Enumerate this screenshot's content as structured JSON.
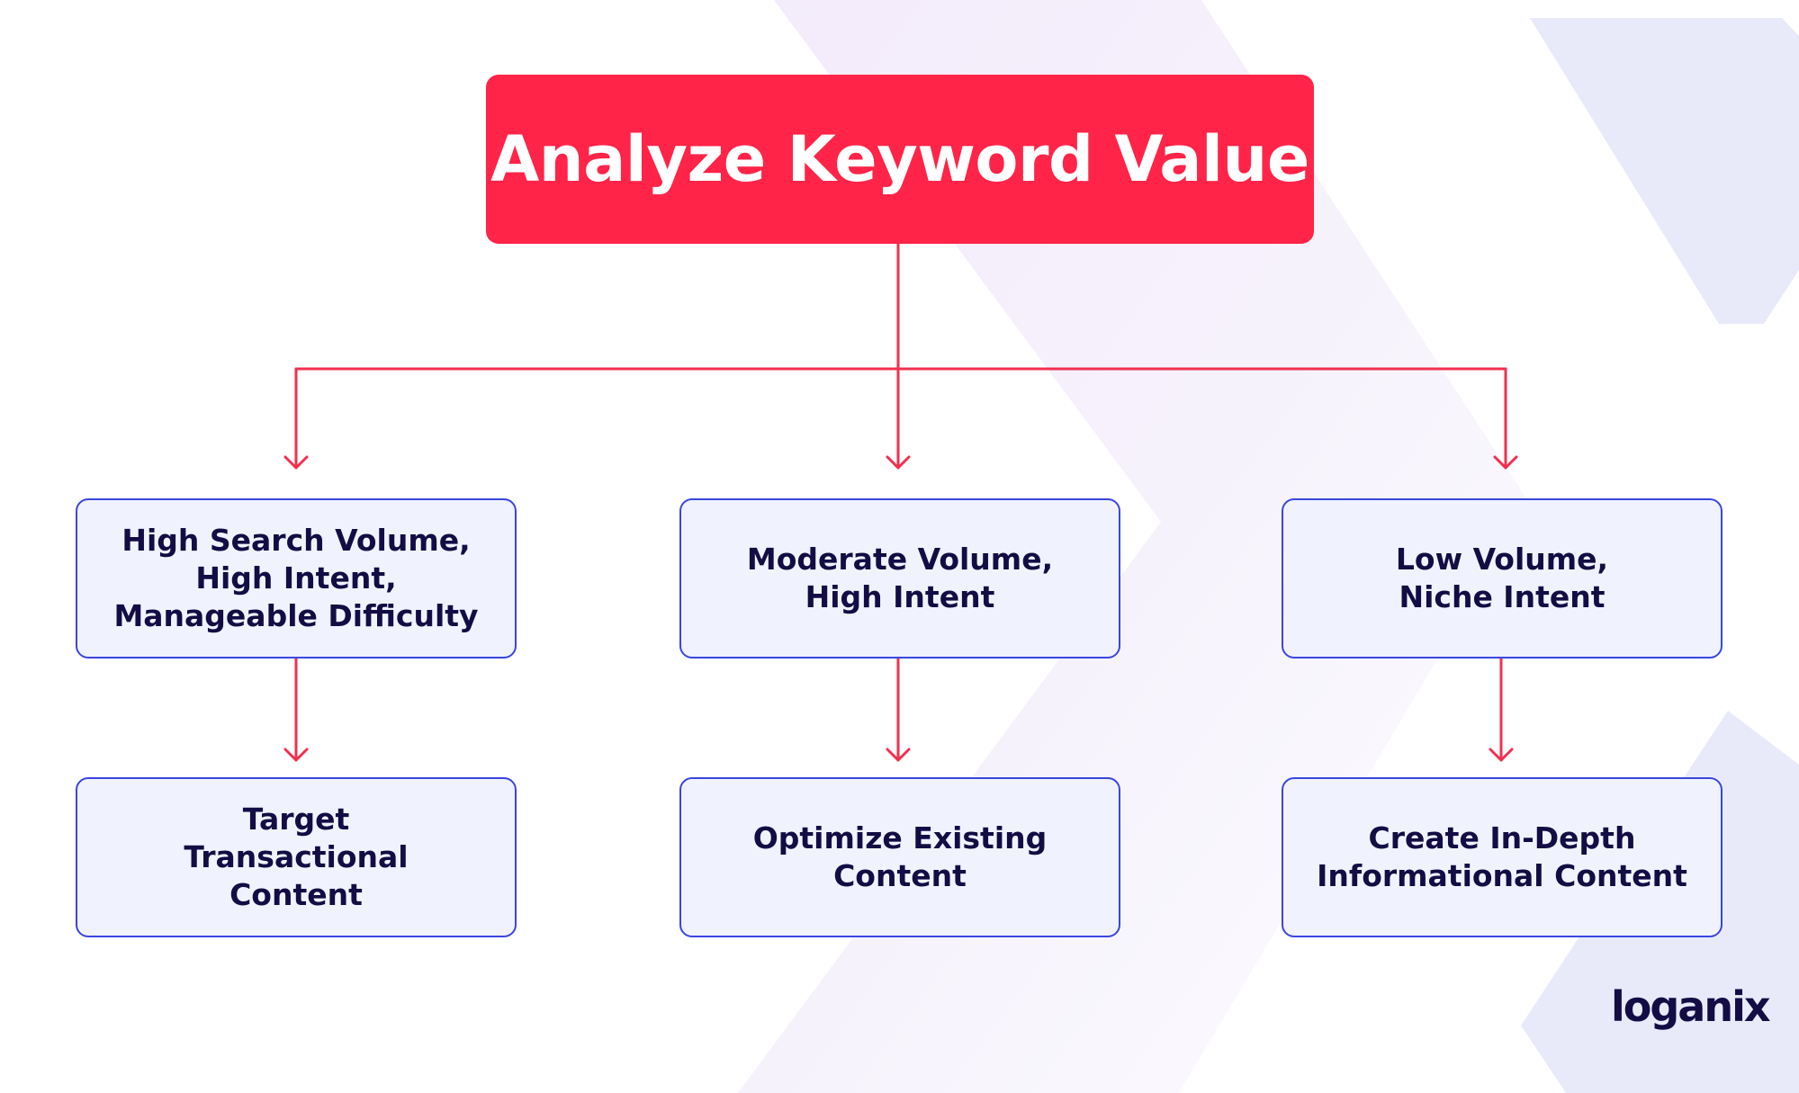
{
  "root": {
    "title": "Analyze Keyword Value"
  },
  "level1": [
    {
      "label": "High Search Volume,\nHigh Intent,\nManageable Difficulty"
    },
    {
      "label": "Moderate Volume,\nHigh Intent"
    },
    {
      "label": "Low Volume,\nNiche Intent"
    }
  ],
  "level2": [
    {
      "label": "Target\nTransactional\nContent"
    },
    {
      "label": "Optimize Existing\nContent"
    },
    {
      "label": "Create In-Depth\nInformational Content"
    }
  ],
  "brand": {
    "logo_text": "loganix"
  },
  "colors": {
    "root_fill": "#ff2448",
    "connector": "#f0304f",
    "node_fill": "#f0f3fd",
    "node_border": "#3a46e0",
    "text_dark": "#140c45"
  }
}
